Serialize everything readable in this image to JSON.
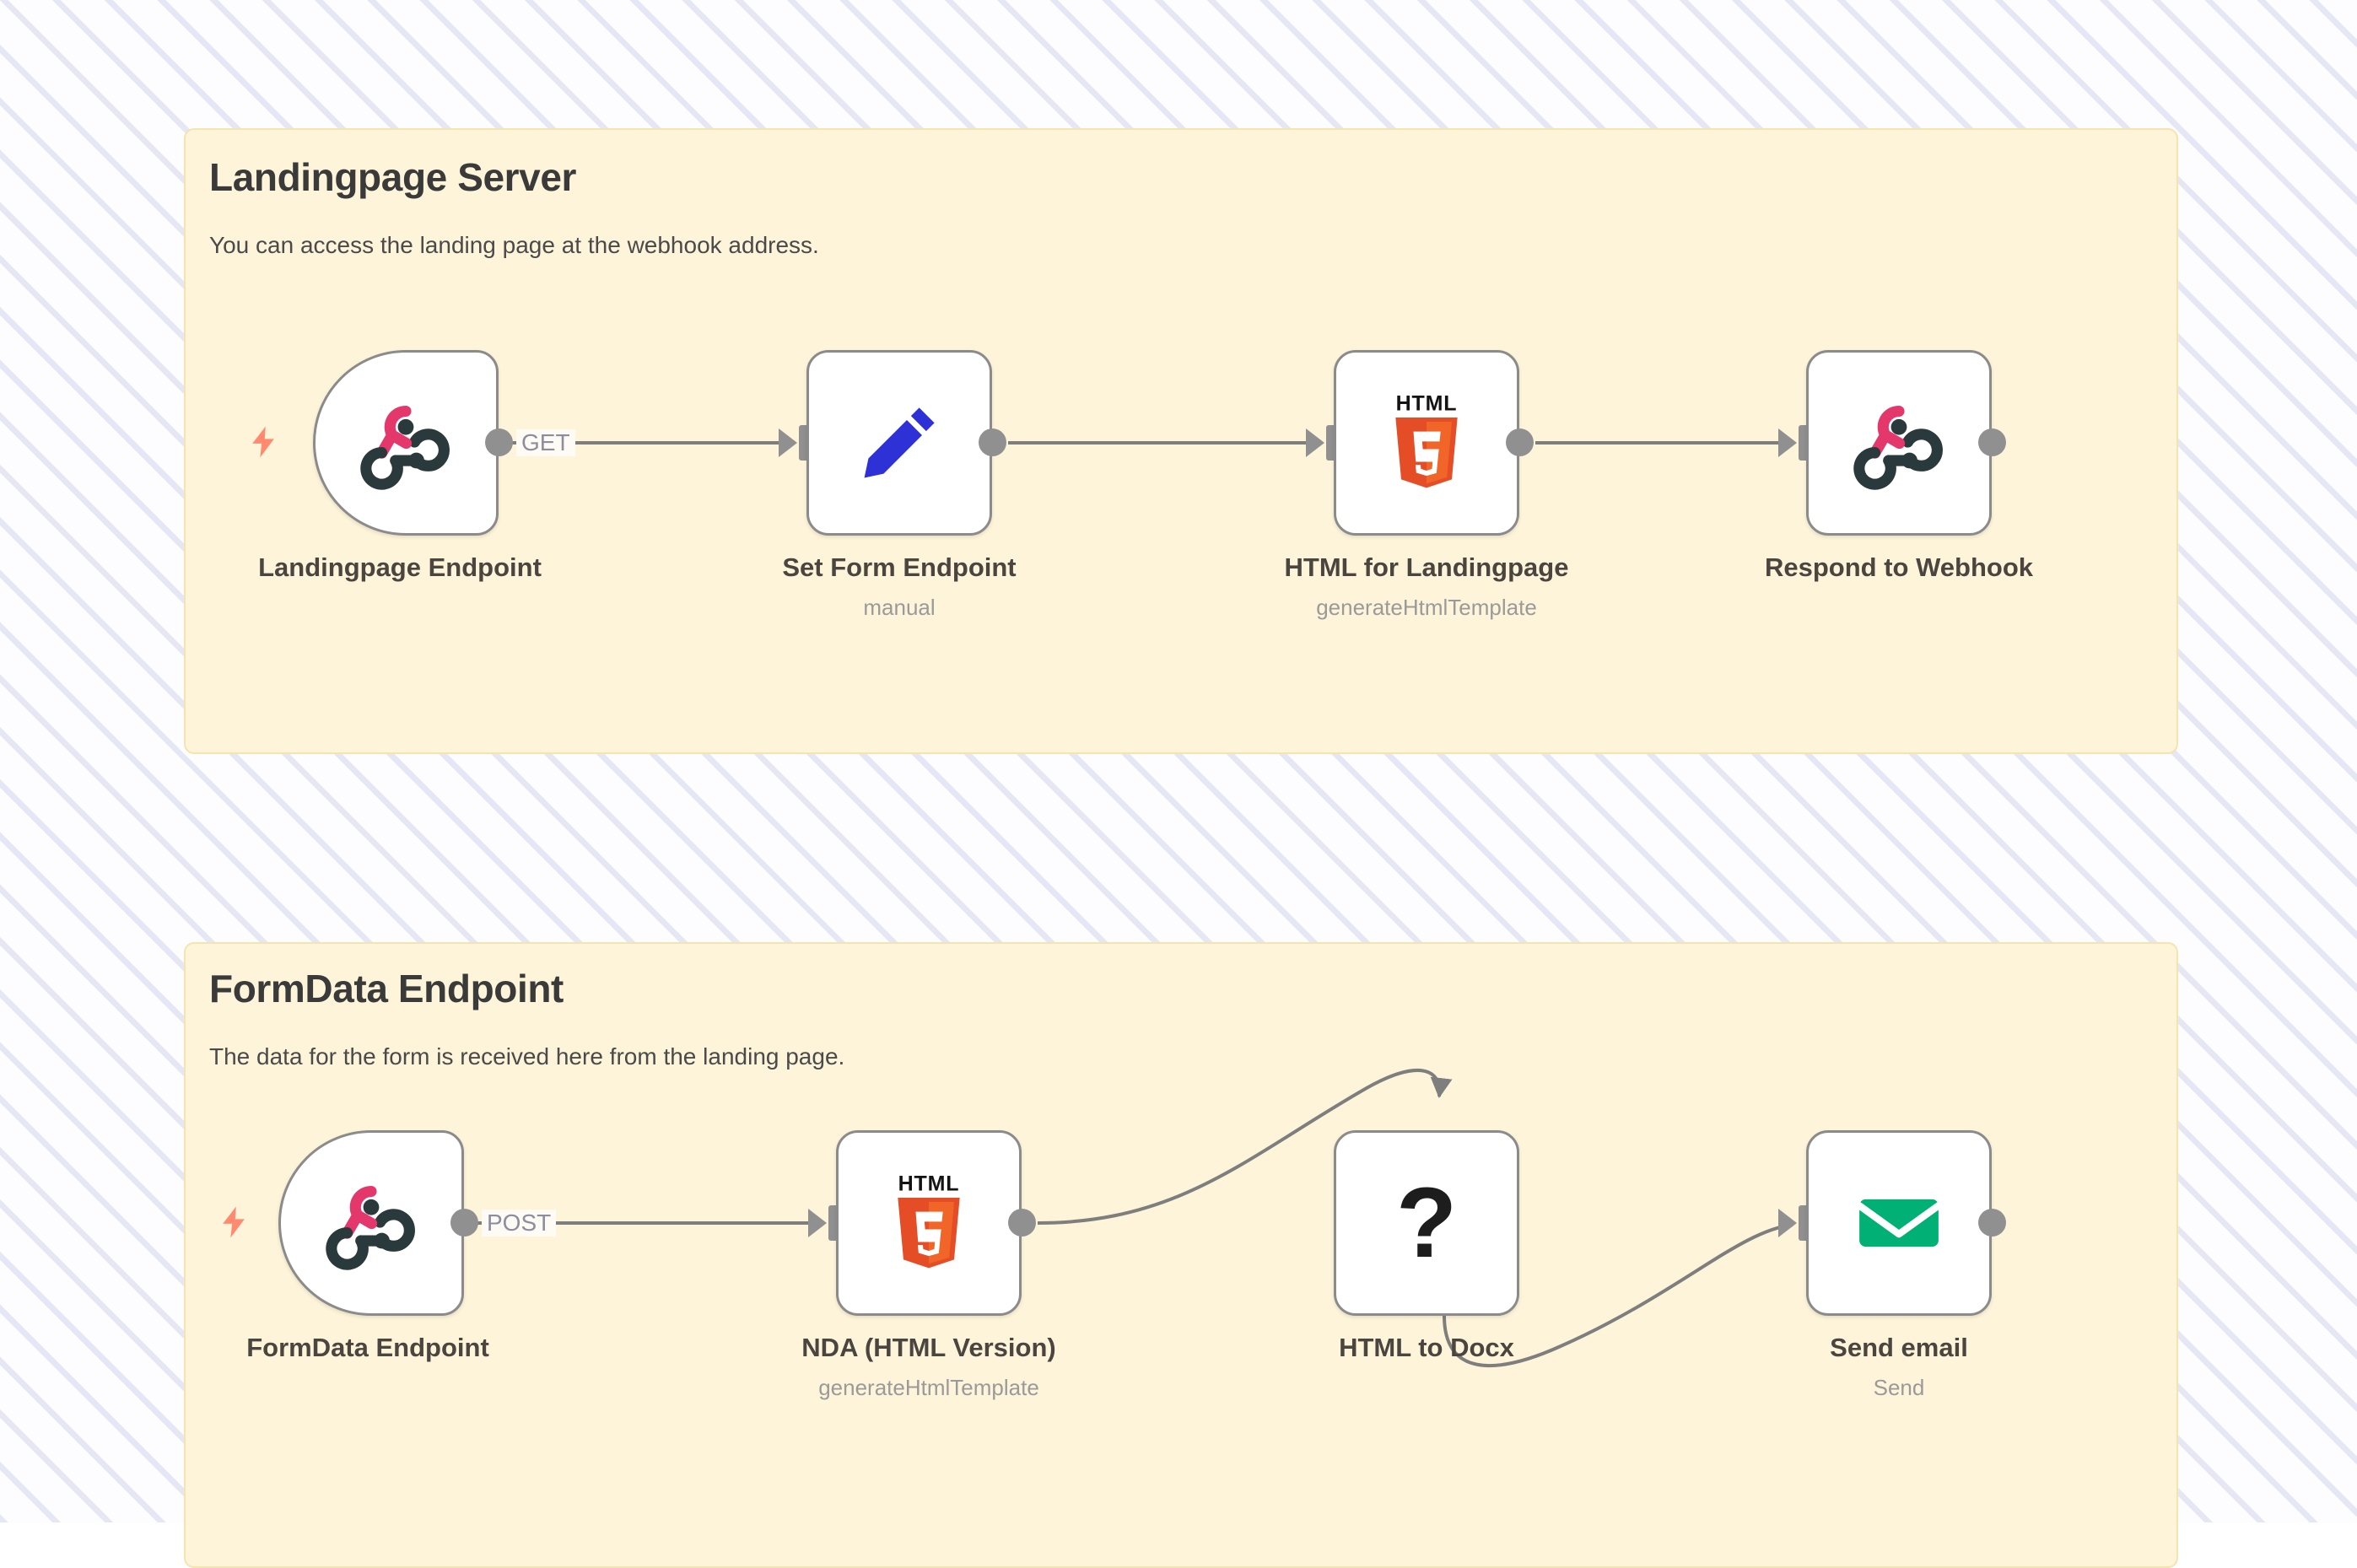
{
  "canvas": {
    "background_color": "#fbfbfe",
    "stripe_color": "#e6e7f4"
  },
  "sticky_notes": [
    {
      "id": "landingpage-server",
      "title": "Landingpage Server",
      "description": "You can access the landing page at the webhook address.",
      "background_color": "#fdf4d9",
      "border_color": "#f5e4ae"
    },
    {
      "id": "formdata-endpoint",
      "title": "FormData Endpoint",
      "description": "The data for the form is received here from the landing page.",
      "background_color": "#fdf4d9",
      "border_color": "#f5e4ae"
    }
  ],
  "workflows": [
    {
      "id": "landingpage-server-flow",
      "nodes": [
        {
          "id": "landingpage-endpoint",
          "label": "Landingpage Endpoint",
          "sublabel": "",
          "icon": "webhook-icon",
          "is_trigger": true,
          "trigger_icon": "lightning-bolt-icon"
        },
        {
          "id": "set-form-endpoint",
          "label": "Set Form Endpoint",
          "sublabel": "manual",
          "icon": "pencil-icon",
          "is_trigger": false
        },
        {
          "id": "html-for-landingpage",
          "label": "HTML for Landingpage",
          "sublabel": "generateHtmlTemplate",
          "icon": "html5-icon",
          "is_trigger": false
        },
        {
          "id": "respond-to-webhook",
          "label": "Respond to Webhook",
          "sublabel": "",
          "icon": "webhook-icon",
          "is_trigger": false
        }
      ],
      "connections": [
        {
          "from": "landingpage-endpoint",
          "to": "set-form-endpoint",
          "label": "GET"
        },
        {
          "from": "set-form-endpoint",
          "to": "html-for-landingpage",
          "label": ""
        },
        {
          "from": "html-for-landingpage",
          "to": "respond-to-webhook",
          "label": ""
        }
      ]
    },
    {
      "id": "formdata-endpoint-flow",
      "nodes": [
        {
          "id": "formdata-endpoint",
          "label": "FormData Endpoint",
          "sublabel": "",
          "icon": "webhook-icon",
          "is_trigger": true,
          "trigger_icon": "lightning-bolt-icon"
        },
        {
          "id": "nda-html-version",
          "label": "NDA (HTML Version)",
          "sublabel": "generateHtmlTemplate",
          "icon": "html5-icon",
          "is_trigger": false
        },
        {
          "id": "html-to-docx",
          "label": "HTML to Docx",
          "sublabel": "",
          "icon": "question-mark-icon",
          "is_trigger": false
        },
        {
          "id": "send-email",
          "label": "Send email",
          "sublabel": "Send",
          "icon": "envelope-icon",
          "is_trigger": false
        }
      ],
      "connections": [
        {
          "from": "formdata-endpoint",
          "to": "nda-html-version",
          "label": "POST"
        },
        {
          "from": "nda-html-version",
          "to": "html-to-docx",
          "label": ""
        },
        {
          "from": "html-to-docx",
          "to": "send-email",
          "label": ""
        }
      ]
    }
  ],
  "colors": {
    "webhook_pink": "#e4376c",
    "webhook_dark": "#29393c",
    "pencil_blue": "#2e32d6",
    "html5_orange": "#e44d26",
    "html5_orange_light": "#f16529",
    "envelope_green": "#00b074",
    "bolt_coral": "#ff8a70",
    "port_grey": "#909090",
    "edge_grey": "#7e7e7e",
    "node_border": "#8b8b8b",
    "label_text": "#4b4540",
    "sublabel_text": "#9a9a9a"
  }
}
